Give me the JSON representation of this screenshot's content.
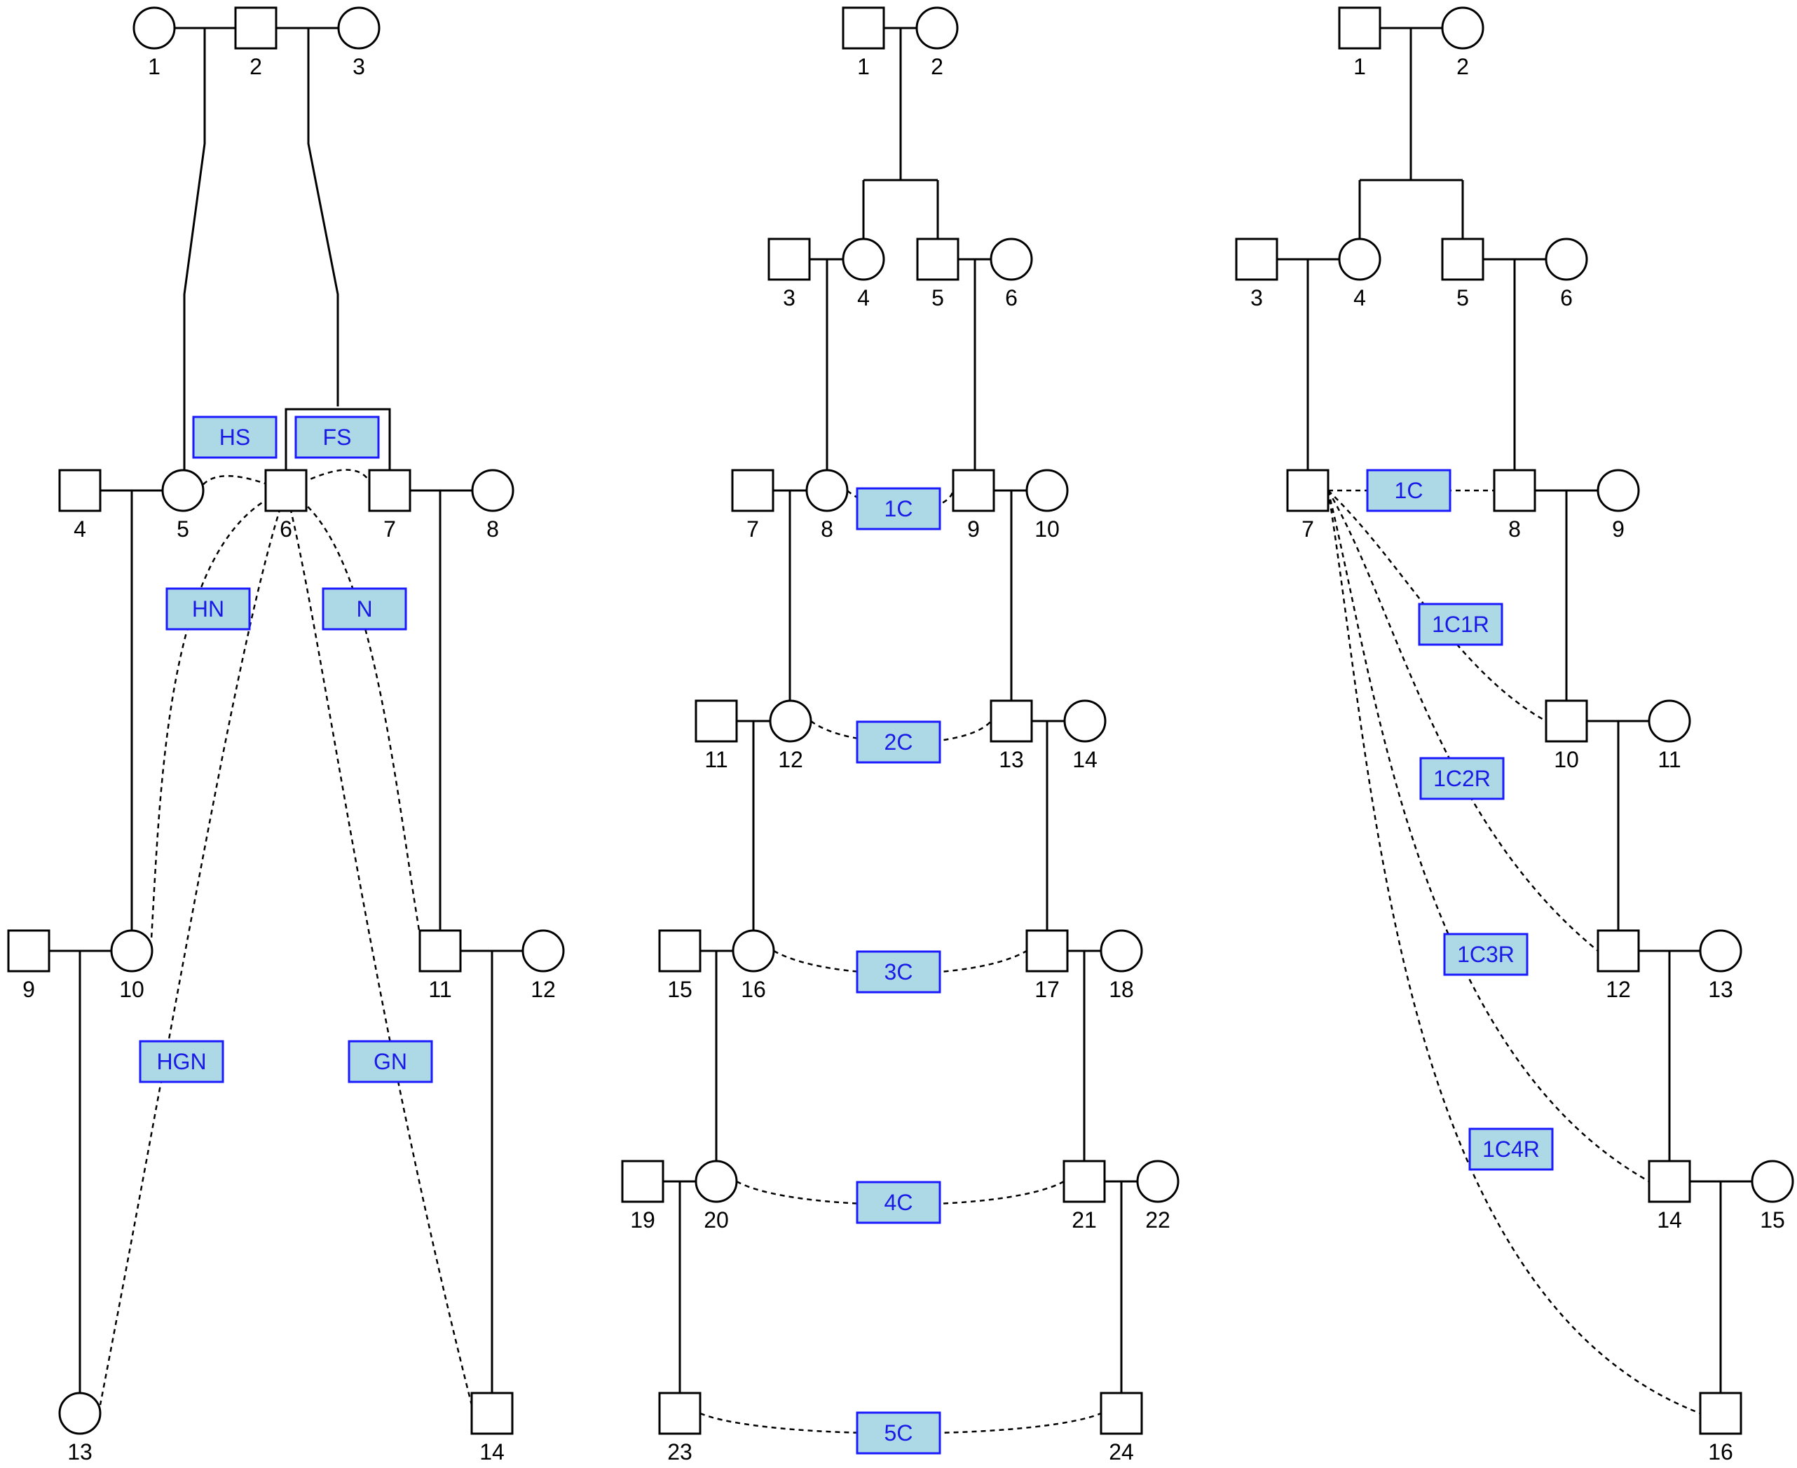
{
  "colors": {
    "line": "#000000",
    "label_fill": "#add8e6",
    "label_border": "#1a1aff",
    "label_text": "#1a1ae6"
  },
  "pedigrees": [
    {
      "id": "left",
      "people": [
        {
          "id": "1",
          "sex": "F"
        },
        {
          "id": "2",
          "sex": "M"
        },
        {
          "id": "3",
          "sex": "F"
        },
        {
          "id": "4",
          "sex": "M"
        },
        {
          "id": "5",
          "sex": "F"
        },
        {
          "id": "6",
          "sex": "M"
        },
        {
          "id": "7",
          "sex": "M"
        },
        {
          "id": "8",
          "sex": "F"
        },
        {
          "id": "9",
          "sex": "M"
        },
        {
          "id": "10",
          "sex": "F"
        },
        {
          "id": "11",
          "sex": "M"
        },
        {
          "id": "12",
          "sex": "F"
        },
        {
          "id": "13",
          "sex": "F"
        },
        {
          "id": "14",
          "sex": "M"
        }
      ],
      "relationships": [
        {
          "label": "HS",
          "a": "6",
          "b": "5"
        },
        {
          "label": "FS",
          "a": "6",
          "b": "7"
        },
        {
          "label": "HN",
          "a": "6",
          "b": "10"
        },
        {
          "label": "N",
          "a": "6",
          "b": "11"
        },
        {
          "label": "HGN",
          "a": "6",
          "b": "13"
        },
        {
          "label": "GN",
          "a": "6",
          "b": "14"
        }
      ]
    },
    {
      "id": "middle",
      "people": [
        {
          "id": "1",
          "sex": "M"
        },
        {
          "id": "2",
          "sex": "F"
        },
        {
          "id": "3",
          "sex": "M"
        },
        {
          "id": "4",
          "sex": "F"
        },
        {
          "id": "5",
          "sex": "M"
        },
        {
          "id": "6",
          "sex": "F"
        },
        {
          "id": "7",
          "sex": "M"
        },
        {
          "id": "8",
          "sex": "F"
        },
        {
          "id": "9",
          "sex": "M"
        },
        {
          "id": "10",
          "sex": "F"
        },
        {
          "id": "11",
          "sex": "M"
        },
        {
          "id": "12",
          "sex": "F"
        },
        {
          "id": "13",
          "sex": "M"
        },
        {
          "id": "14",
          "sex": "F"
        },
        {
          "id": "15",
          "sex": "M"
        },
        {
          "id": "16",
          "sex": "F"
        },
        {
          "id": "17",
          "sex": "M"
        },
        {
          "id": "18",
          "sex": "F"
        },
        {
          "id": "19",
          "sex": "M"
        },
        {
          "id": "20",
          "sex": "F"
        },
        {
          "id": "21",
          "sex": "M"
        },
        {
          "id": "22",
          "sex": "F"
        },
        {
          "id": "23",
          "sex": "M"
        },
        {
          "id": "24",
          "sex": "M"
        }
      ],
      "relationships": [
        {
          "label": "1C",
          "a": "8",
          "b": "9"
        },
        {
          "label": "2C",
          "a": "12",
          "b": "13"
        },
        {
          "label": "3C",
          "a": "16",
          "b": "17"
        },
        {
          "label": "4C",
          "a": "20",
          "b": "21"
        },
        {
          "label": "5C",
          "a": "23",
          "b": "24"
        }
      ]
    },
    {
      "id": "right",
      "people": [
        {
          "id": "1",
          "sex": "M"
        },
        {
          "id": "2",
          "sex": "F"
        },
        {
          "id": "3",
          "sex": "M"
        },
        {
          "id": "4",
          "sex": "F"
        },
        {
          "id": "5",
          "sex": "M"
        },
        {
          "id": "6",
          "sex": "F"
        },
        {
          "id": "7",
          "sex": "M"
        },
        {
          "id": "8",
          "sex": "M"
        },
        {
          "id": "9",
          "sex": "F"
        },
        {
          "id": "10",
          "sex": "M"
        },
        {
          "id": "11",
          "sex": "F"
        },
        {
          "id": "12",
          "sex": "M"
        },
        {
          "id": "13",
          "sex": "F"
        },
        {
          "id": "14",
          "sex": "M"
        },
        {
          "id": "15",
          "sex": "F"
        },
        {
          "id": "16",
          "sex": "M"
        }
      ],
      "relationships": [
        {
          "label": "1C",
          "a": "7",
          "b": "8"
        },
        {
          "label": "1C1R",
          "a": "7",
          "b": "10"
        },
        {
          "label": "1C2R",
          "a": "7",
          "b": "12"
        },
        {
          "label": "1C3R",
          "a": "7",
          "b": "14"
        },
        {
          "label": "1C4R",
          "a": "7",
          "b": "16"
        }
      ]
    }
  ]
}
